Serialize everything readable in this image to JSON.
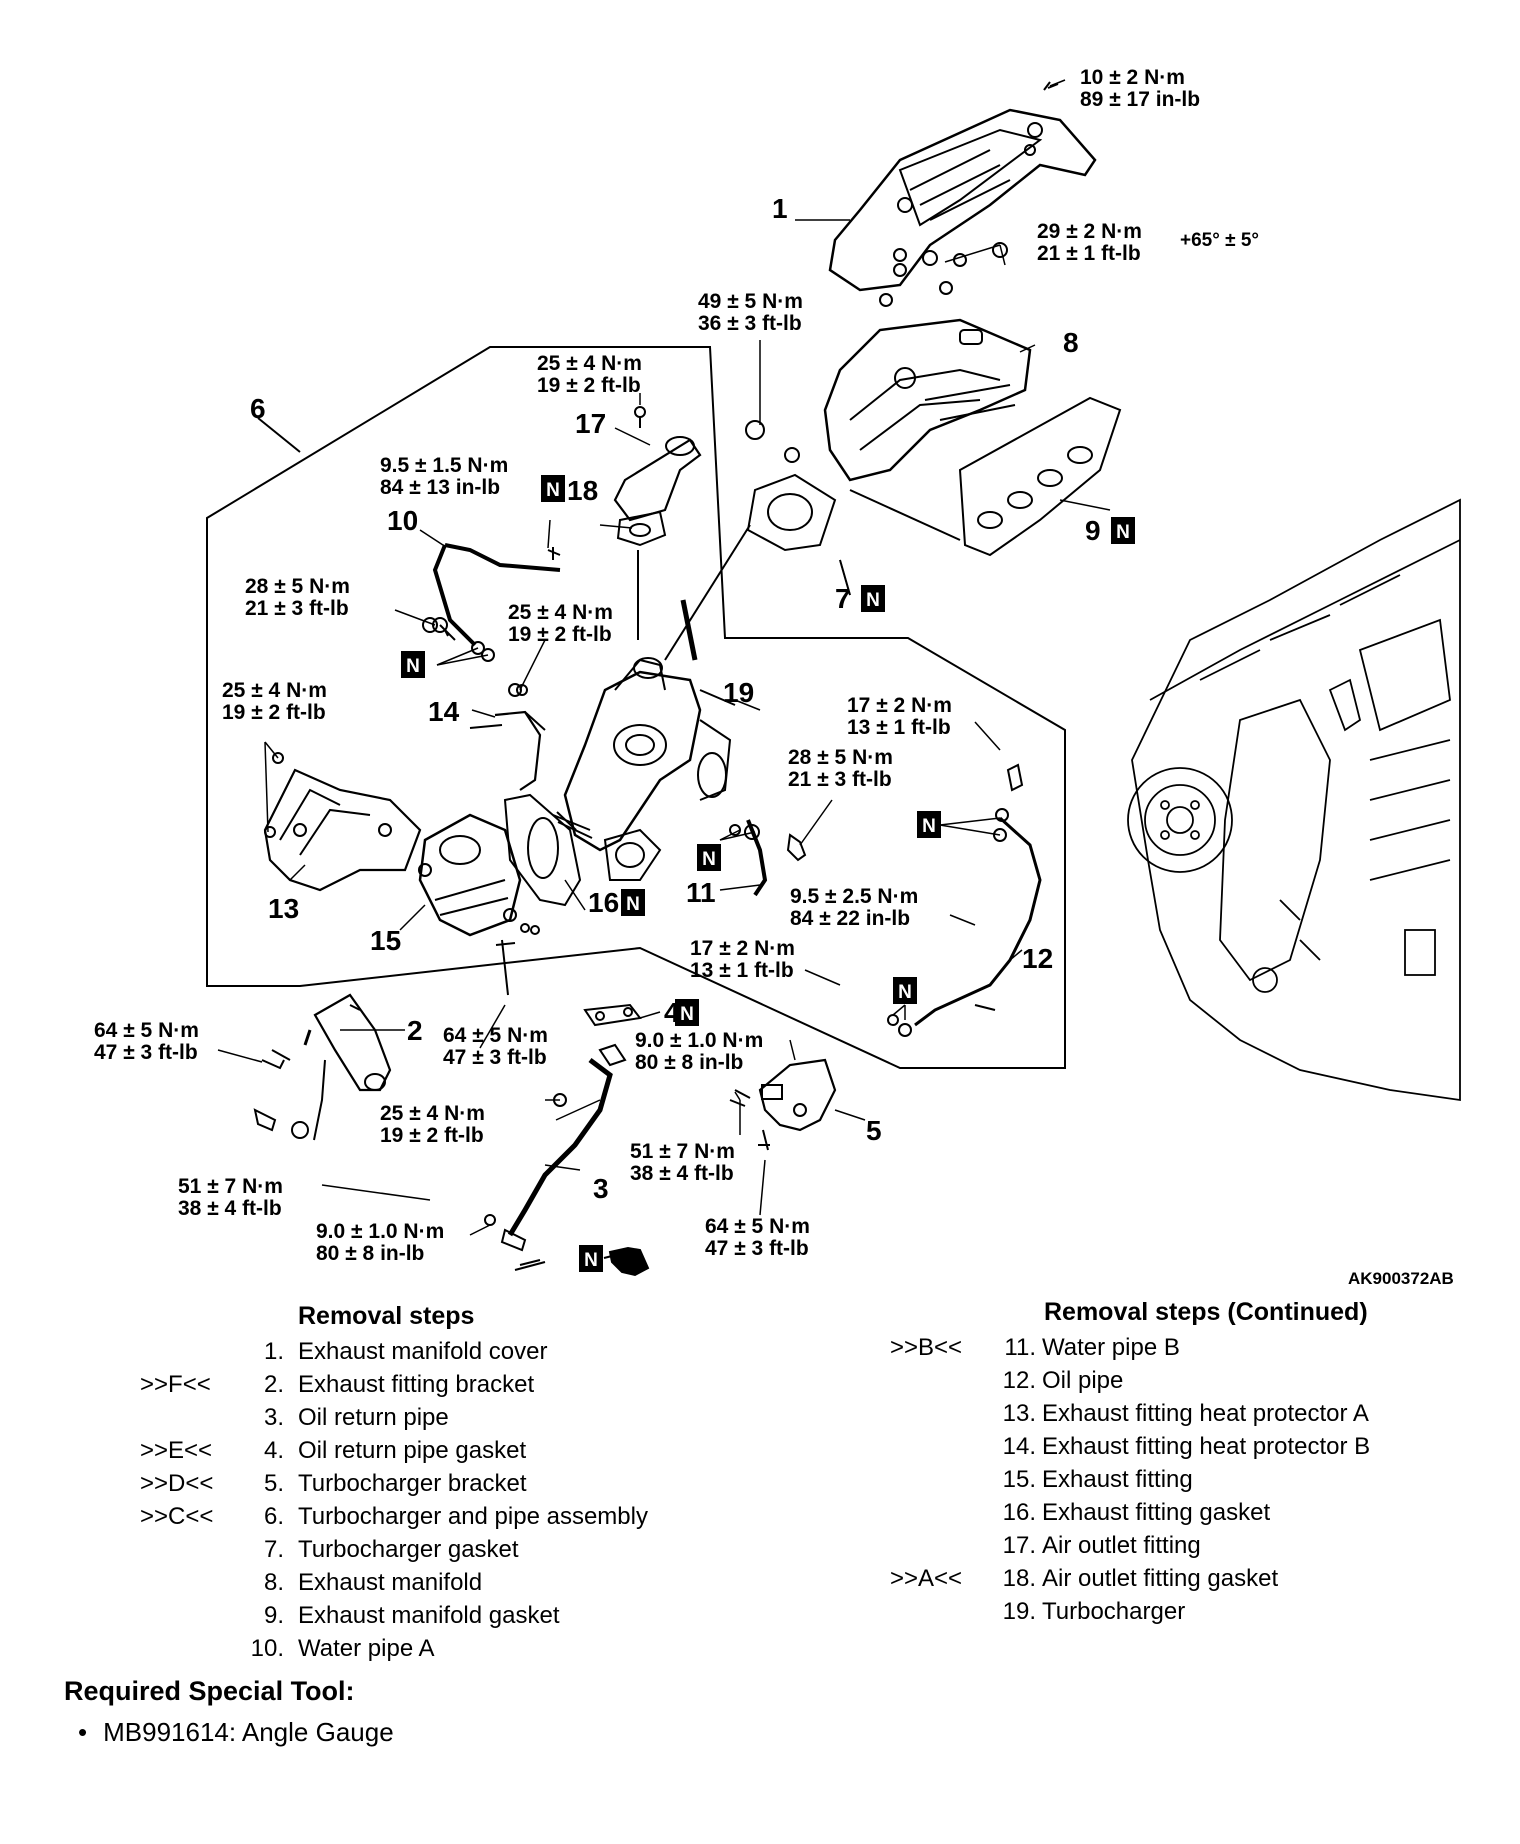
{
  "callouts": {
    "t1": [
      "10 ± 2 N·m",
      "89 ± 17 in-lb"
    ],
    "t2": [
      "29 ± 2 N·m",
      "21 ± 1 ft-lb"
    ],
    "angle": "+65° ± 5°",
    "t3": [
      "49 ± 5 N·m",
      "36 ± 3 ft-lb"
    ],
    "t4": [
      "25 ± 4 N·m",
      "19 ± 2 ft-lb"
    ],
    "t5": [
      "9.5 ± 1.5 N·m",
      "84 ± 13 in-lb"
    ],
    "t6": [
      "28 ± 5 N·m",
      "21 ± 3 ft-lb"
    ],
    "t7": [
      "25 ± 4 N·m",
      "19 ± 2 ft-lb"
    ],
    "t8": [
      "25 ± 4 N·m",
      "19 ± 2 ft-lb"
    ],
    "t9": [
      "17 ± 2 N·m",
      "13 ± 1 ft-lb"
    ],
    "t10": [
      "28 ± 5 N·m",
      "21 ± 3 ft-lb"
    ],
    "t11": [
      "9.5 ± 2.5 N·m",
      "84 ± 22 in-lb"
    ],
    "t12": [
      "17 ± 2 N·m",
      "13 ± 1 ft-lb"
    ],
    "t13": [
      "9.0 ± 1.0 N·m",
      "80 ± 8 in-lb"
    ],
    "t14": [
      "64 ± 5 N·m",
      "47 ± 3 ft-lb"
    ],
    "t15": [
      "64 ± 5 N·m",
      "47 ± 3 ft-lb"
    ],
    "t16": [
      "25 ± 4 N·m",
      "19 ± 2 ft-lb"
    ],
    "t17": [
      "51 ± 7 N·m",
      "38 ± 4 ft-lb"
    ],
    "t18": [
      "51 ± 7 N·m",
      "38 ± 4 ft-lb"
    ],
    "t19": [
      "9.0 ± 1.0 N·m",
      "80 ± 8 in-lb"
    ],
    "t20": [
      "64 ± 5 N·m",
      "47 ± 3 ft-lb"
    ]
  },
  "part_numbers": [
    "1",
    "2",
    "3",
    "4",
    "5",
    "6",
    "7",
    "8",
    "9",
    "10",
    "11",
    "12",
    "13",
    "14",
    "15",
    "16",
    "17",
    "18",
    "19"
  ],
  "new_part_mark": "N",
  "figure_ref": "AK900372AB",
  "removal_steps": {
    "title": "Removal steps",
    "items": [
      {
        "mark": "",
        "num": "1.",
        "label": "Exhaust manifold cover"
      },
      {
        "mark": ">>F<<",
        "num": "2.",
        "label": "Exhaust fitting bracket"
      },
      {
        "mark": "",
        "num": "3.",
        "label": "Oil return pipe"
      },
      {
        "mark": ">>E<<",
        "num": "4.",
        "label": "Oil return pipe gasket"
      },
      {
        "mark": ">>D<<",
        "num": "5.",
        "label": "Turbocharger bracket"
      },
      {
        "mark": ">>C<<",
        "num": "6.",
        "label": "Turbocharger and pipe assembly"
      },
      {
        "mark": "",
        "num": "7.",
        "label": "Turbocharger gasket"
      },
      {
        "mark": "",
        "num": "8.",
        "label": "Exhaust manifold"
      },
      {
        "mark": "",
        "num": "9.",
        "label": "Exhaust manifold gasket"
      },
      {
        "mark": "",
        "num": "10.",
        "label": "Water pipe A"
      }
    ]
  },
  "removal_steps_cont": {
    "title": "Removal steps (Continued)",
    "items": [
      {
        "mark": ">>B<<",
        "num": "11.",
        "label": "Water pipe B"
      },
      {
        "mark": "",
        "num": "12.",
        "label": "Oil pipe"
      },
      {
        "mark": "",
        "num": "13.",
        "label": "Exhaust fitting heat protector A"
      },
      {
        "mark": "",
        "num": "14.",
        "label": "Exhaust fitting heat protector B"
      },
      {
        "mark": "",
        "num": "15.",
        "label": "Exhaust fitting"
      },
      {
        "mark": "",
        "num": "16.",
        "label": "Exhaust fitting gasket"
      },
      {
        "mark": "",
        "num": "17.",
        "label": "Air outlet fitting"
      },
      {
        "mark": ">>A<<",
        "num": "18.",
        "label": "Air outlet fitting gasket"
      },
      {
        "mark": "",
        "num": "19.",
        "label": "Turbocharger"
      }
    ]
  },
  "special_tool": {
    "title": "Required Special Tool:",
    "items": [
      "MB991614: Angle Gauge"
    ]
  }
}
